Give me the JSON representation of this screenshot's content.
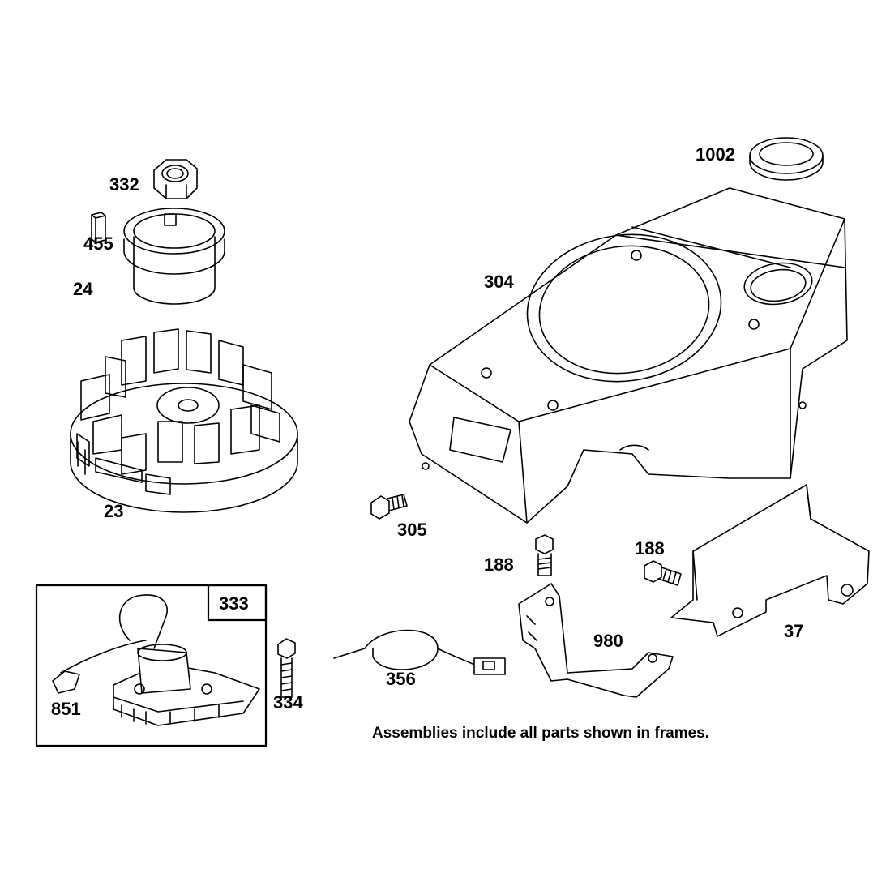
{
  "labels": {
    "p1002": "1002",
    "p332": "332",
    "p455": "455",
    "p24": "24",
    "p304": "304",
    "p23": "23",
    "p305": "305",
    "p188a": "188",
    "p188b": "188",
    "p37": "37",
    "p333": "333",
    "p980": "980",
    "p356": "356",
    "p851": "851",
    "p334": "334"
  },
  "note": "Assemblies include all parts shown in frames."
}
